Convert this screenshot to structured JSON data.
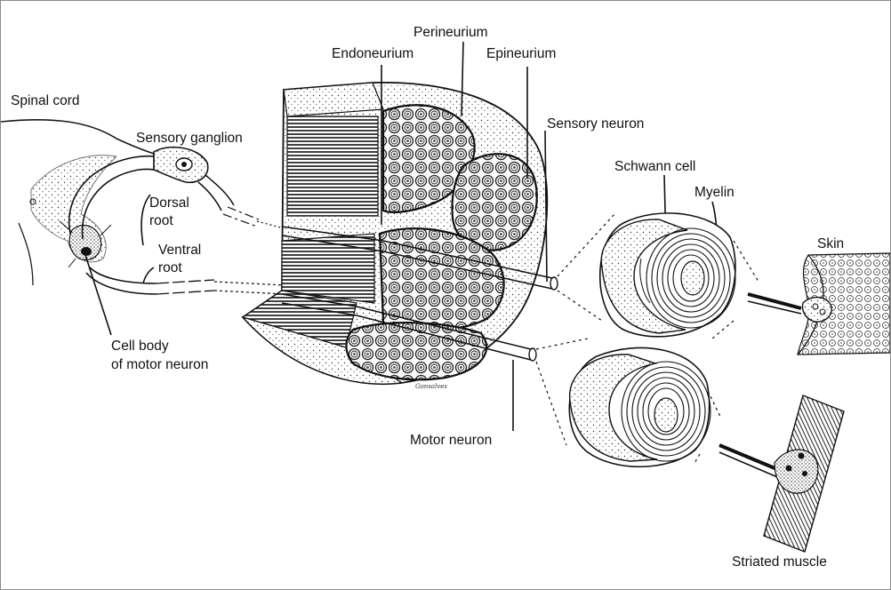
{
  "diagram": {
    "labels": {
      "spinal_cord": "Spinal cord",
      "sensory_ganglion": "Sensory ganglion",
      "dorsal_root_1": "Dorsal",
      "dorsal_root_2": "root",
      "ventral_root_1": "Ventral",
      "ventral_root_2": "root",
      "cell_body_1": "Cell body",
      "cell_body_2": "of motor neuron",
      "endoneurium": "Endoneurium",
      "perineurium": "Perineurium",
      "epineurium": "Epineurium",
      "sensory_neuron": "Sensory neuron",
      "schwann_cell": "Schwann cell",
      "myelin": "Myelin",
      "skin": "Skin",
      "motor_neuron": "Motor neuron",
      "striated_muscle": "Striated muscle"
    },
    "artist_signature": "Gonsalves",
    "colors": {
      "ink": "#1a1a1a",
      "paper": "#ffffff",
      "frame": "#8a8a8a"
    }
  }
}
